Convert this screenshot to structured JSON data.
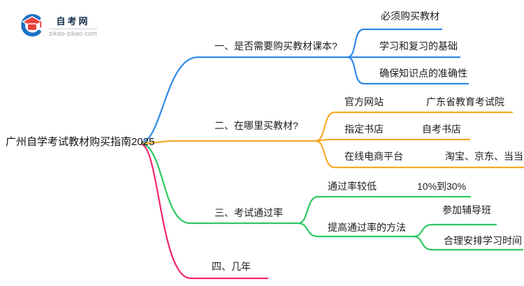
{
  "logo": {
    "title": "自考网",
    "domain": "zikao-zikao.com",
    "icon_colors": {
      "swoosh_blue": "#1d72c4",
      "cap_red": "#e8423c"
    }
  },
  "root": {
    "label": "广州自学考试教材购买指南2025"
  },
  "branches": [
    {
      "label": "一、是否需要购买教材课本?",
      "color": "#2e89e8",
      "children": [
        {
          "label": "必须购买教材"
        },
        {
          "label": "学习和复习的基础"
        },
        {
          "label": "确保知识点的准确性"
        }
      ]
    },
    {
      "label": "二、在哪里买教材?",
      "color": "#f7a928",
      "children": [
        {
          "label": "官方网站",
          "children": [
            {
              "label": "广东省教育考试院"
            }
          ]
        },
        {
          "label": "指定书店",
          "children": [
            {
              "label": "自考书店"
            }
          ]
        },
        {
          "label": "在线电商平台",
          "children": [
            {
              "label": "淘宝、京东、当当"
            }
          ]
        }
      ]
    },
    {
      "label": "三、考试通过率",
      "color": "#2ec864",
      "children": [
        {
          "label": "通过率较低",
          "children": [
            {
              "label": "10%到30%"
            }
          ]
        },
        {
          "label": "提高通过率的方法",
          "children": [
            {
              "label": "参加辅导班"
            },
            {
              "label": "合理安排学习时间"
            }
          ]
        }
      ]
    },
    {
      "label": "四、几年",
      "color": "#f1256e",
      "children": []
    }
  ]
}
